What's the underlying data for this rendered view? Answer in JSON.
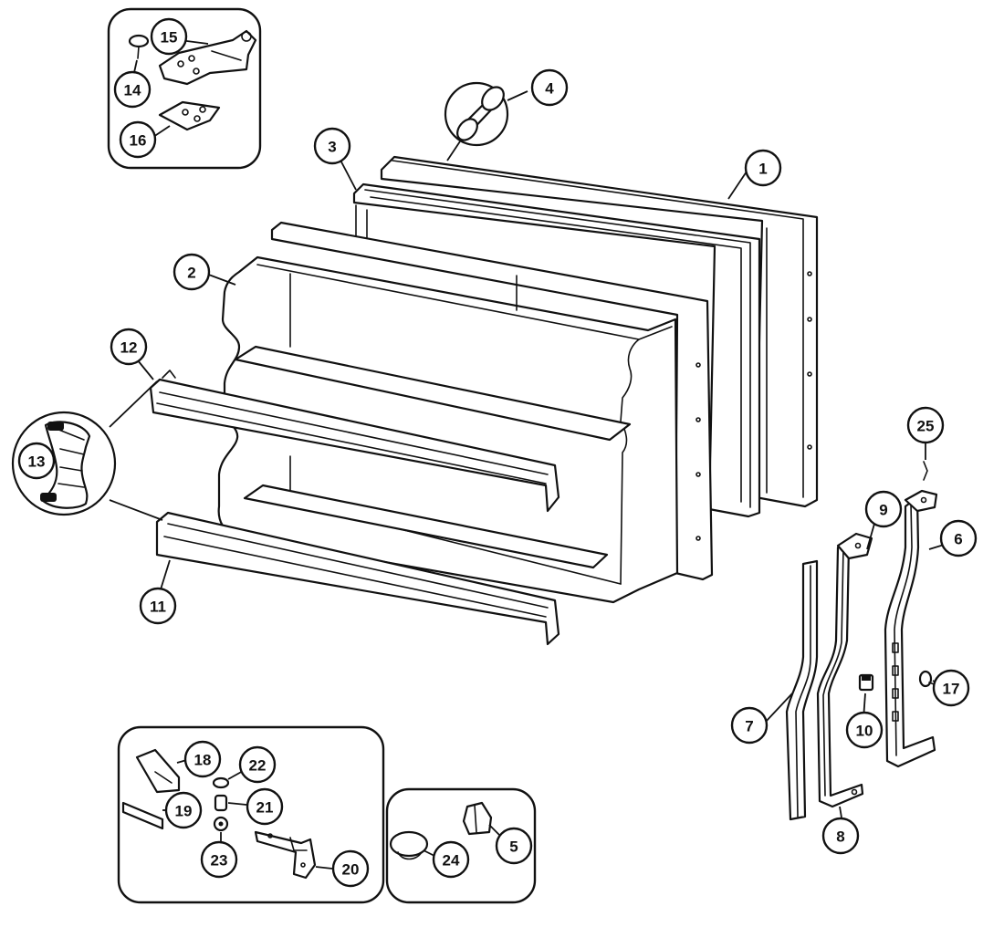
{
  "callouts": [
    {
      "id": "1",
      "label": "1"
    },
    {
      "id": "2",
      "label": "2"
    },
    {
      "id": "3",
      "label": "3"
    },
    {
      "id": "4",
      "label": "4"
    },
    {
      "id": "5",
      "label": "5"
    },
    {
      "id": "6",
      "label": "6"
    },
    {
      "id": "7",
      "label": "7"
    },
    {
      "id": "8",
      "label": "8"
    },
    {
      "id": "9",
      "label": "9"
    },
    {
      "id": "10",
      "label": "10"
    },
    {
      "id": "11",
      "label": "11"
    },
    {
      "id": "12",
      "label": "12"
    },
    {
      "id": "13",
      "label": "13"
    },
    {
      "id": "14",
      "label": "14"
    },
    {
      "id": "15",
      "label": "15"
    },
    {
      "id": "16",
      "label": "16"
    },
    {
      "id": "17",
      "label": "17"
    },
    {
      "id": "18",
      "label": "18"
    },
    {
      "id": "19",
      "label": "19"
    },
    {
      "id": "20",
      "label": "20"
    },
    {
      "id": "21",
      "label": "21"
    },
    {
      "id": "22",
      "label": "22"
    },
    {
      "id": "23",
      "label": "23"
    },
    {
      "id": "24",
      "label": "24"
    },
    {
      "id": "25",
      "label": "25"
    }
  ]
}
